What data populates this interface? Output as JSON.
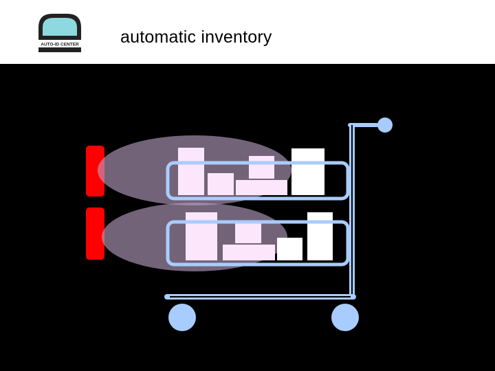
{
  "header": {
    "title": "automatic inventory",
    "logo_text": "AUTO-ID CENTER"
  },
  "colors": {
    "background": "#000000",
    "header_bg": "#ffffff",
    "reader": "#ff0000",
    "read_field": "#b9a0c3",
    "tagged_item": "#fbe6fb",
    "untagged_item": "#ffffff",
    "cart": "#a9ccff",
    "logo_screen": "#8ed9e0"
  },
  "icons": [
    "auto-id-center-logo",
    "shopping-cart-icon",
    "rfid-reader-icon"
  ]
}
